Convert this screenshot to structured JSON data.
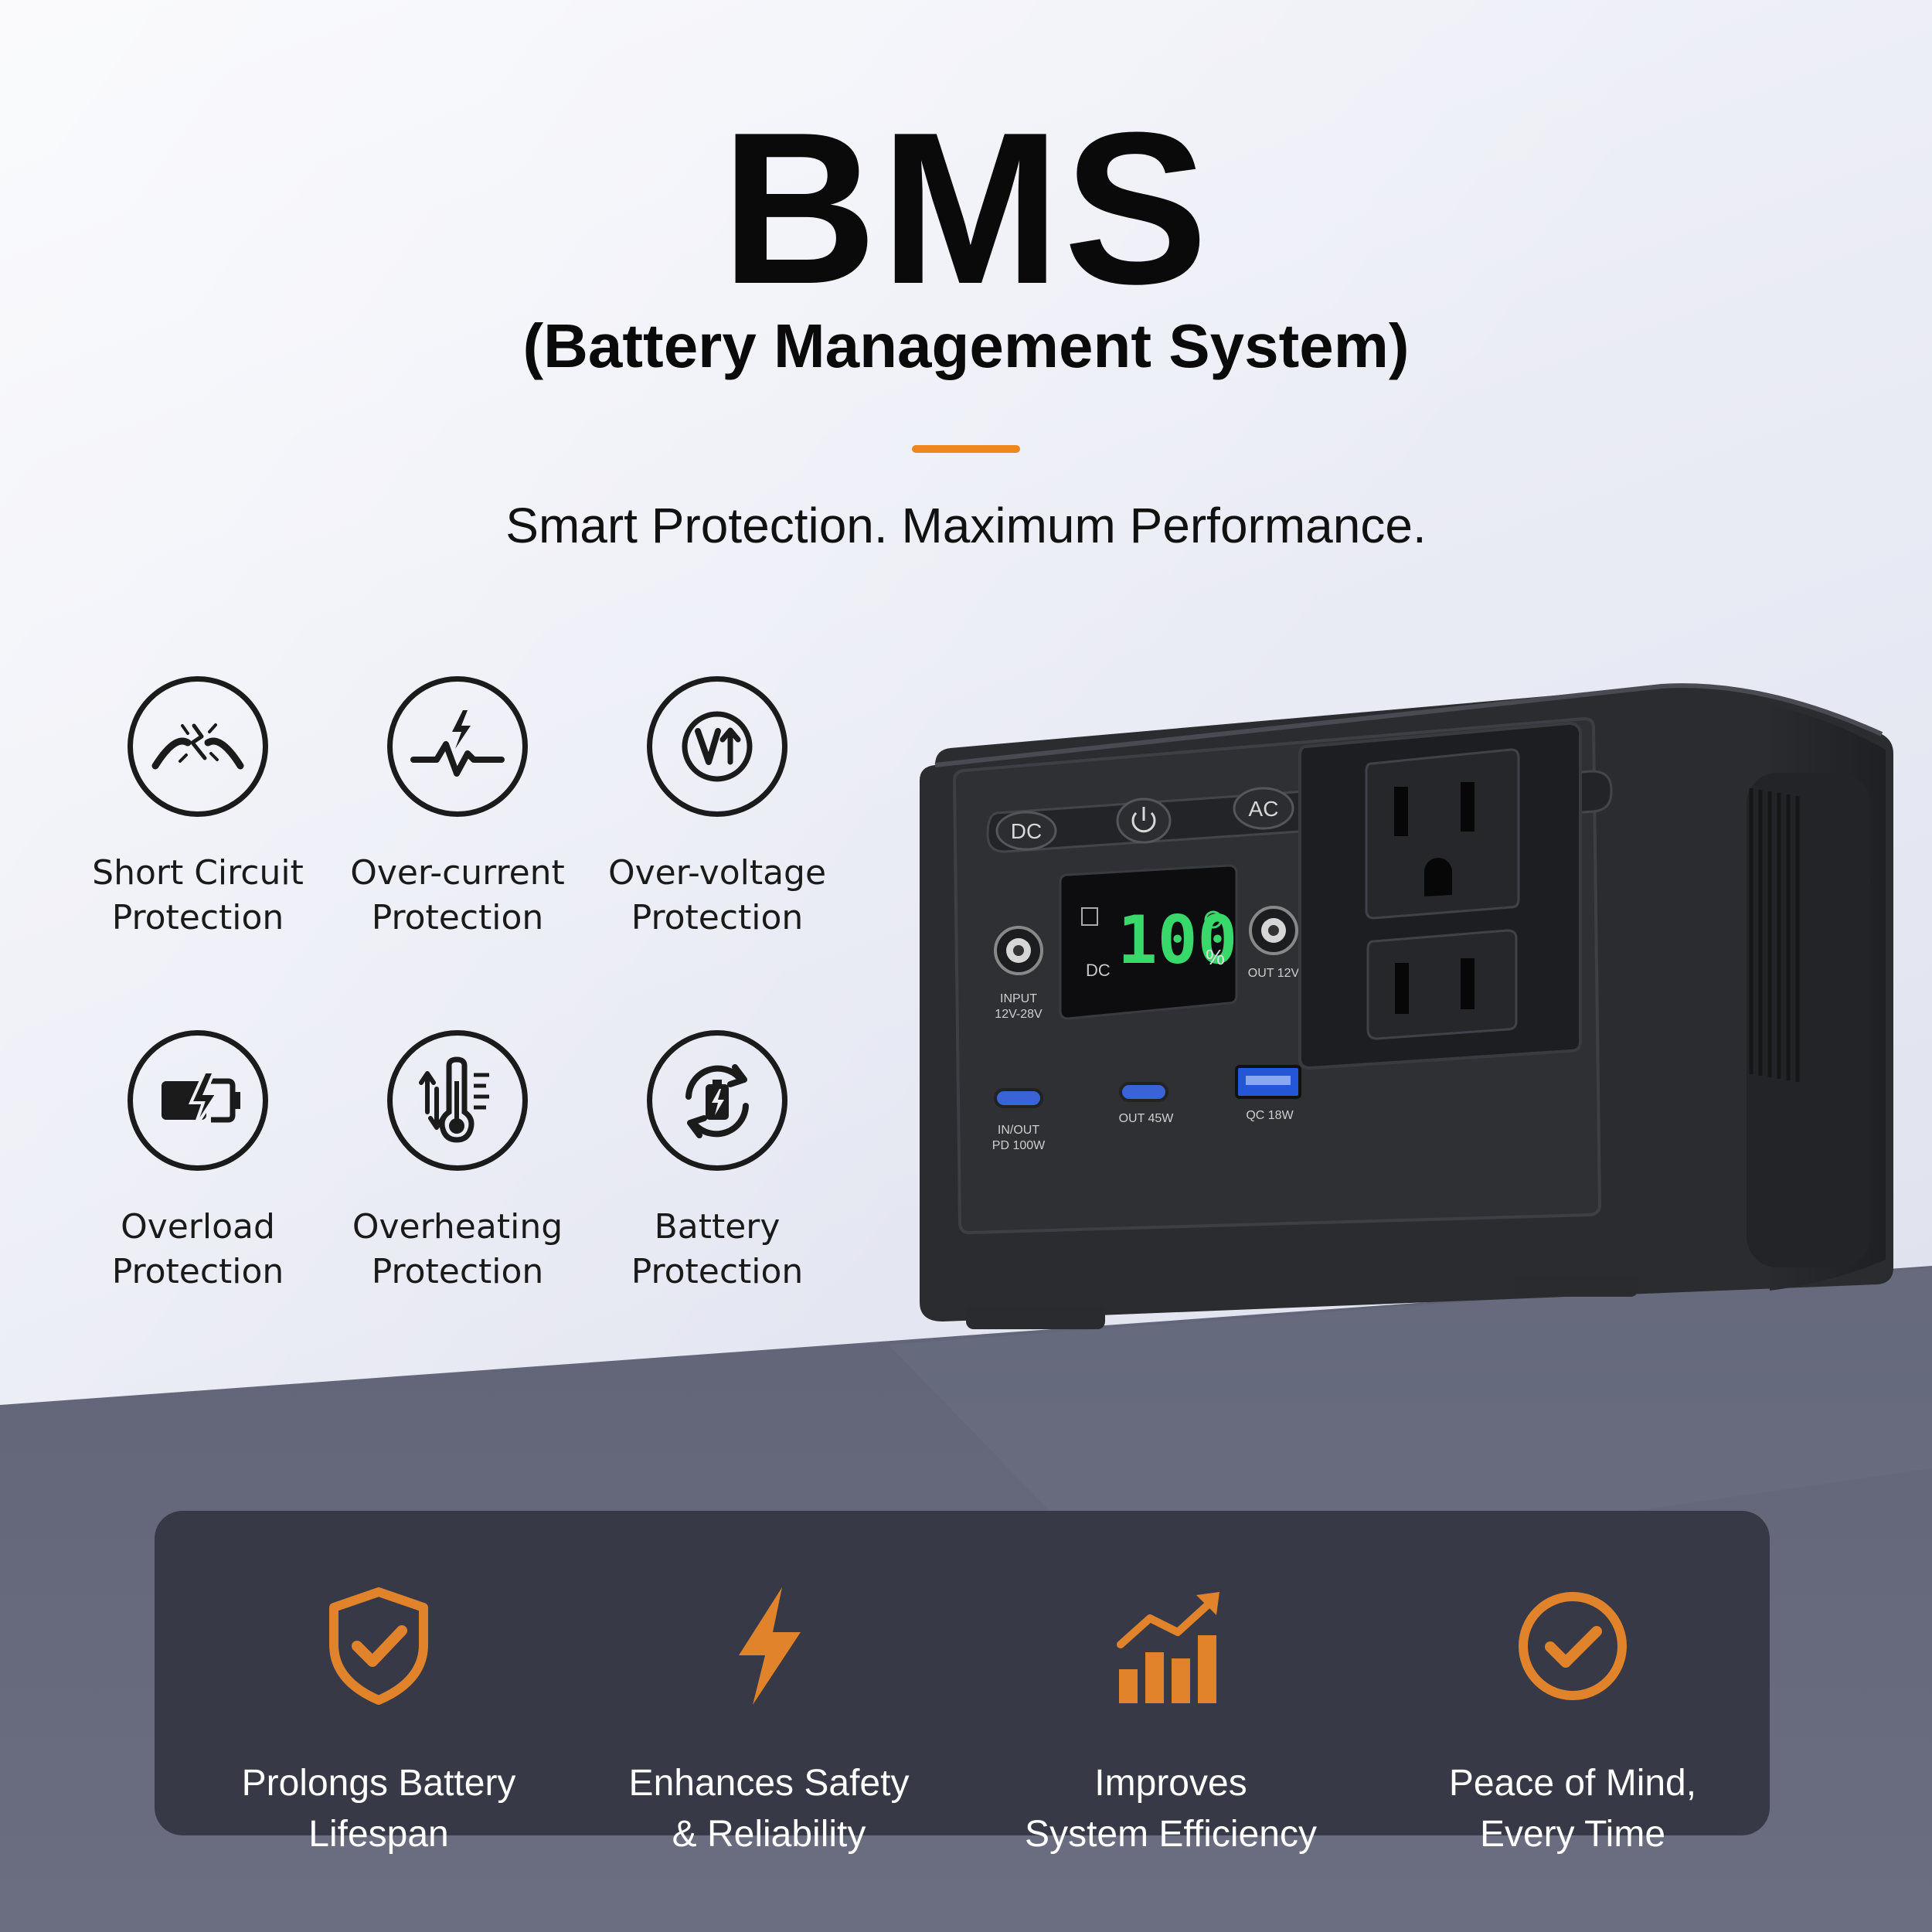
{
  "header": {
    "title": "BMS",
    "subtitle": "(Battery Management System)",
    "tagline": "Smart Protection. Maximum Performance."
  },
  "colors": {
    "accent": "#f0861e",
    "text": "#0a0a0a",
    "panel": "#343642"
  },
  "protections": [
    {
      "icon": "short-circuit-icon",
      "line1": "Short Circuit",
      "line2": "Protection"
    },
    {
      "icon": "over-current-icon",
      "line1": "Over-current",
      "line2": "Protection"
    },
    {
      "icon": "over-voltage-icon",
      "line1": "Over-voltage",
      "line2": "Protection"
    },
    {
      "icon": "overload-icon",
      "line1": "Overload",
      "line2": "Protection"
    },
    {
      "icon": "overheating-icon",
      "line1": "Overheating",
      "line2": "Protection"
    },
    {
      "icon": "battery-protection-icon",
      "line1": "Battery",
      "line2": "Protection"
    }
  ],
  "benefits": [
    {
      "icon": "shield-check-icon",
      "line1": "Prolongs Battery",
      "line2": "Lifespan"
    },
    {
      "icon": "lightning-icon",
      "line1": "Enhances Safety",
      "line2": "& Reliability"
    },
    {
      "icon": "growth-chart-icon",
      "line1": "Improves",
      "line2": "System Efficiency"
    },
    {
      "icon": "check-circle-icon",
      "line1": "Peace of Mind,",
      "line2": "Every Time"
    }
  ],
  "device": {
    "btn_dc": "DC",
    "btn_ac": "AC",
    "display_value": "100",
    "display_unit": "%",
    "display_mode": "DC",
    "input_label_1": "INPUT",
    "input_label_2": "12V-28V",
    "out12_label": "OUT 12V",
    "usbc1_label_1": "IN/OUT",
    "usbc1_label_2": "PD 100W",
    "usbc2_label": "OUT 45W",
    "usba_label": "QC 18W"
  }
}
